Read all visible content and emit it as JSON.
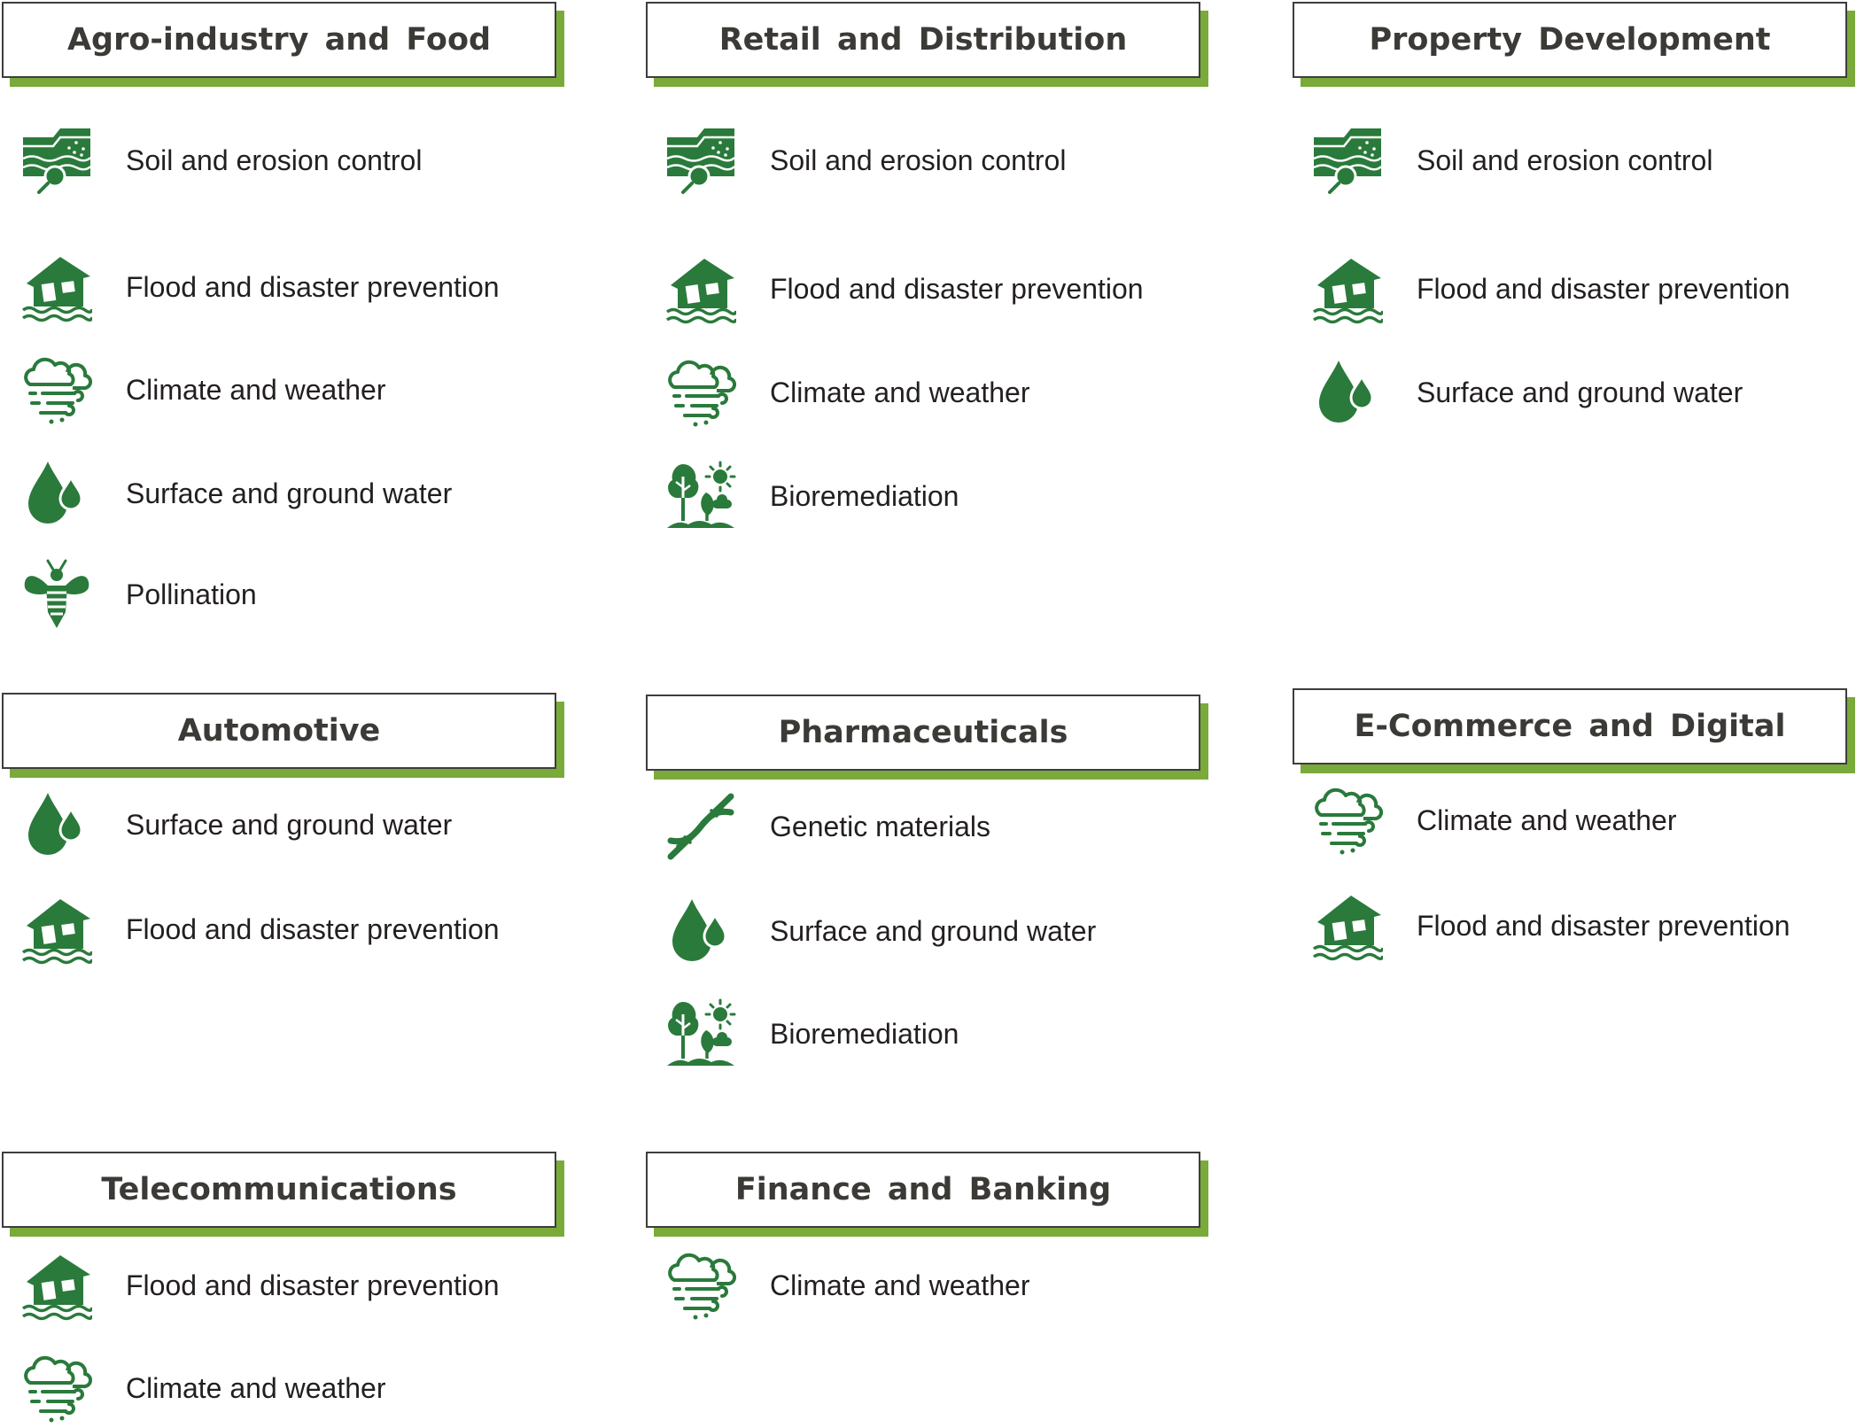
{
  "brand_color": "#2a7a3b",
  "accent_color": "#7aaa3a",
  "sectors": [
    {
      "title": "Agro-industry and Food",
      "items": [
        {
          "icon": "soil-erosion-icon",
          "label": "Soil and erosion control"
        },
        {
          "icon": "flood-house-icon",
          "label": "Flood and disaster prevention"
        },
        {
          "icon": "climate-weather-icon",
          "label": "Climate and weather"
        },
        {
          "icon": "water-drops-icon",
          "label": "Surface and ground water"
        },
        {
          "icon": "bee-icon",
          "label": "Pollination"
        }
      ]
    },
    {
      "title": "Retail and Distribution",
      "items": [
        {
          "icon": "soil-erosion-icon",
          "label": "Soil and erosion control"
        },
        {
          "icon": "flood-house-icon",
          "label": "Flood and disaster prevention"
        },
        {
          "icon": "climate-weather-icon",
          "label": "Climate and weather"
        },
        {
          "icon": "bioremediation-icon",
          "label": "Bioremediation"
        }
      ]
    },
    {
      "title": "Property Development",
      "items": [
        {
          "icon": "soil-erosion-icon",
          "label": "Soil and erosion control"
        },
        {
          "icon": "flood-house-icon",
          "label": "Flood and disaster prevention"
        },
        {
          "icon": "water-drops-icon",
          "label": "Surface and ground water"
        }
      ]
    },
    {
      "title": "Automotive",
      "items": [
        {
          "icon": "water-drops-icon",
          "label": "Surface and ground water"
        },
        {
          "icon": "flood-house-icon",
          "label": "Flood and disaster prevention"
        }
      ]
    },
    {
      "title": "Pharmaceuticals",
      "items": [
        {
          "icon": "dna-icon",
          "label": "Genetic materials"
        },
        {
          "icon": "water-drops-icon",
          "label": "Surface and ground water"
        },
        {
          "icon": "bioremediation-icon",
          "label": "Bioremediation"
        }
      ]
    },
    {
      "title": "E-Commerce and Digital",
      "items": [
        {
          "icon": "climate-weather-icon",
          "label": "Climate and weather"
        },
        {
          "icon": "flood-house-icon",
          "label": "Flood and disaster prevention"
        }
      ]
    },
    {
      "title": "Telecommunications",
      "items": [
        {
          "icon": "flood-house-icon",
          "label": "Flood and disaster prevention"
        },
        {
          "icon": "climate-weather-icon",
          "label": "Climate and weather"
        }
      ]
    },
    {
      "title": "Finance and Banking",
      "items": [
        {
          "icon": "climate-weather-icon",
          "label": "Climate and weather"
        }
      ]
    }
  ]
}
